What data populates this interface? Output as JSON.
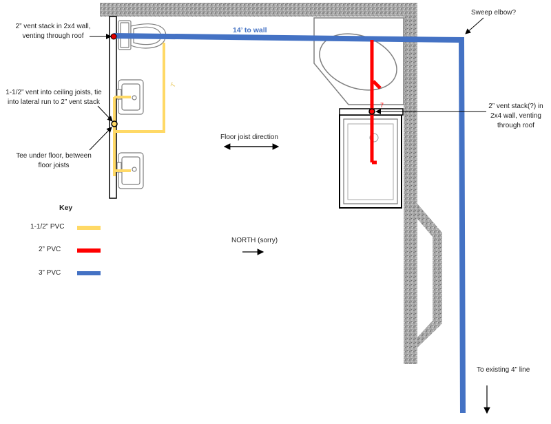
{
  "annotations": {
    "vent_stack_left": "2” vent stack in 2x4 wall, venting through roof",
    "vent_ceiling": "1-1/2” vent into ceiling joists, tie into lateral run to 2” vent stack",
    "tee_under_floor": "Tee under floor, between floor joists",
    "run_length": "14’ to wall",
    "sweep_elbow": "Sweep elbow?",
    "vent_stack_right": "2” vent stack(?) in 2x4 wall, venting through roof",
    "floor_joist": "Floor joist direction",
    "north": "NORTH (sorry)",
    "existing_line": "To existing 4” line",
    "yellow_note": "7’",
    "red_note": "7"
  },
  "key": {
    "title": "Key",
    "items": [
      {
        "label": "1-1/2” PVC",
        "color": "#ffd966"
      },
      {
        "label": "2” PVC",
        "color": "#ff0000"
      },
      {
        "label": "3” PVC",
        "color": "#4472c4"
      }
    ]
  },
  "colors": {
    "pipe_small": "#ffd966",
    "pipe_medium": "#ff0000",
    "pipe_large": "#4472c4",
    "wall_texture": "#a6a6a6"
  }
}
